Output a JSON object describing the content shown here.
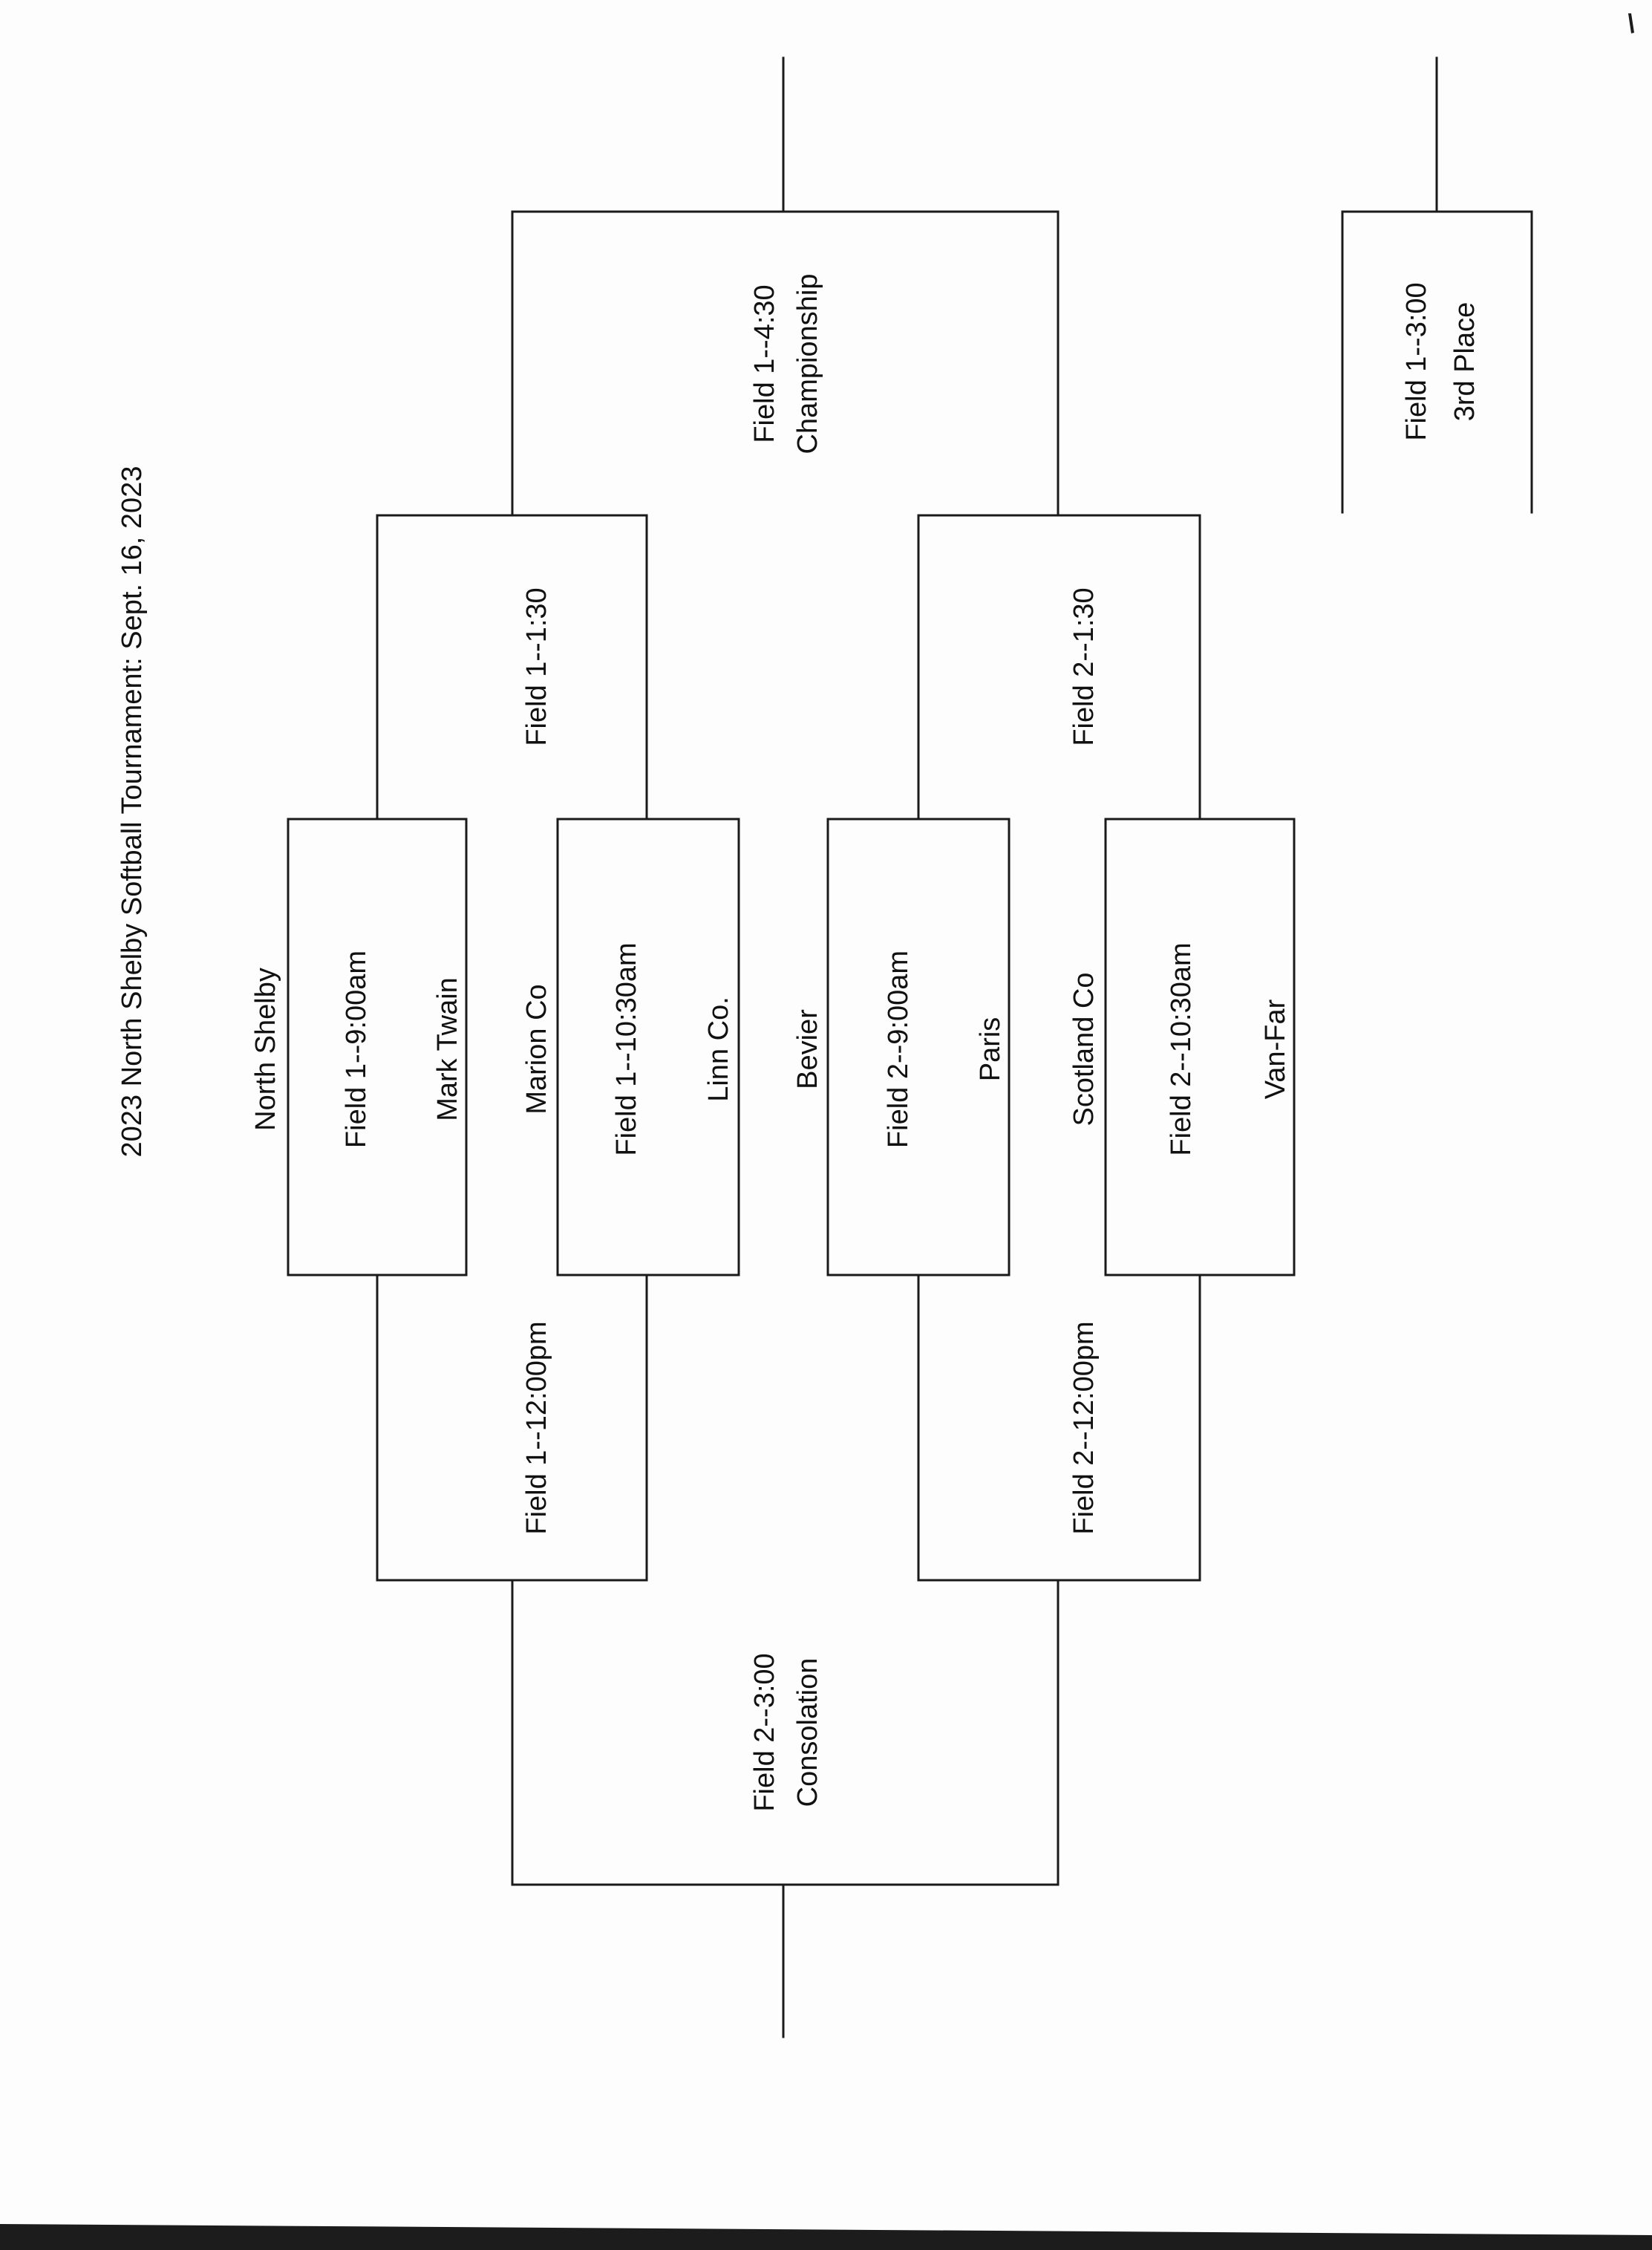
{
  "title": "2023 North Shelby Softball Tournament:  Sept. 16, 2023",
  "round1": {
    "g1": {
      "label": "Field 1--9:00am",
      "team_a": "North Shelby",
      "team_b": "Mark Twain"
    },
    "g2": {
      "label": "Field 1--10:30am",
      "team_a": "Marion Co",
      "team_b": "Linn Co."
    },
    "g3": {
      "label": "Field 2--9:00am",
      "team_a": "Bevier",
      "team_b": "Paris"
    },
    "g4": {
      "label": "Field 2--10:30am",
      "team_a": "Scotland Co",
      "team_b": "Van-Far"
    }
  },
  "winners": {
    "w1": "Field 1--1:30",
    "w2": "Field 2--1:30"
  },
  "losers": {
    "l1": "Field 1--12:00pm",
    "l2": "Field 2--12:00pm"
  },
  "championship": {
    "line1": "Field 1--4:30",
    "line2": "Championship"
  },
  "consolation": {
    "line1": "Field 2--3:00",
    "line2": "Consolation"
  },
  "third_place": {
    "line1": "Field 1--3:00",
    "line2": "3rd Place"
  }
}
